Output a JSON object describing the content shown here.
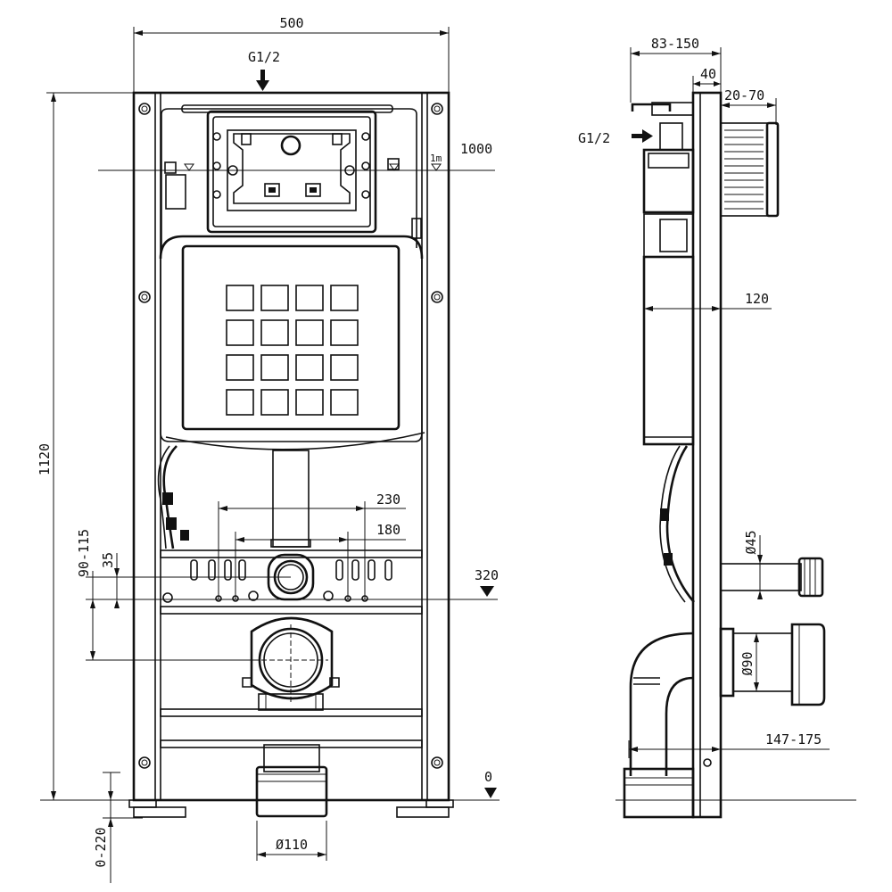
{
  "dimensions": {
    "width_total": "500",
    "water_inlet_front": "G1/2",
    "mark_height": "1000",
    "height_total": "1120",
    "spacing_230": "230",
    "spacing_180": "180",
    "range_90_115": "90-115",
    "offset_35": "35",
    "drain_height": "320",
    "ground_level": "0",
    "adjust_0_220": "0-220",
    "drain_diameter": "Ø110",
    "depth_83_150": "83-150",
    "depth_40": "40",
    "range_20_70": "20-70",
    "water_inlet_side": "G1/2",
    "depth_120": "120",
    "pipe_45": "Ø45",
    "pipe_90": "Ø90",
    "range_147_175": "147-175"
  },
  "level_symbol": "1m",
  "icons": [
    "arrow-down-icon",
    "arrow-right-icon",
    "level-triangle-icon"
  ]
}
